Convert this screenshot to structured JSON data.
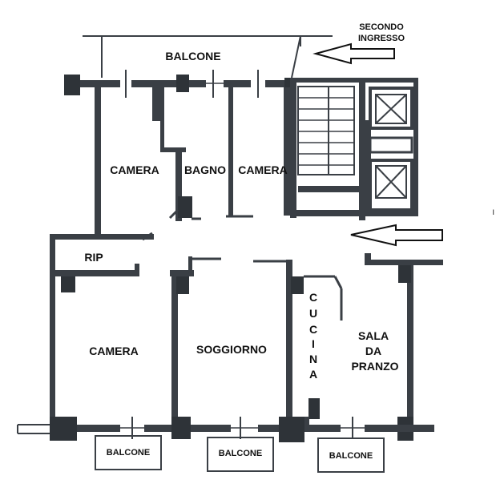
{
  "colors": {
    "wall": "#3a3f45",
    "pillar": "#2e3338",
    "paper": "#ffffff",
    "text": "#111111"
  },
  "labels": {
    "balcone_top": "BALCONE",
    "secondo_ingresso_1": "SECONDO",
    "secondo_ingresso_2": "INGRESSO",
    "camera_1": "CAMERA",
    "bagno": "BAGNO",
    "camera_2": "CAMERA",
    "rip": "RIP",
    "camera_3": "CAMERA",
    "soggiorno": "SOGGIORNO",
    "cucina_letters": [
      "C",
      "U",
      "C",
      "I",
      "N",
      "A"
    ],
    "sala_1": "SALA",
    "sala_2": "DA",
    "sala_3": "PRANZO",
    "balcone_bottom_1": "BALCONE",
    "balcone_bottom_2": "BALCONE",
    "balcone_bottom_3": "BALCONE",
    "stray_mark": "I"
  },
  "icons": [
    "entrance-arrow-icon",
    "second-entrance-arrow-icon",
    "elevator-icon",
    "staircase-icon"
  ]
}
